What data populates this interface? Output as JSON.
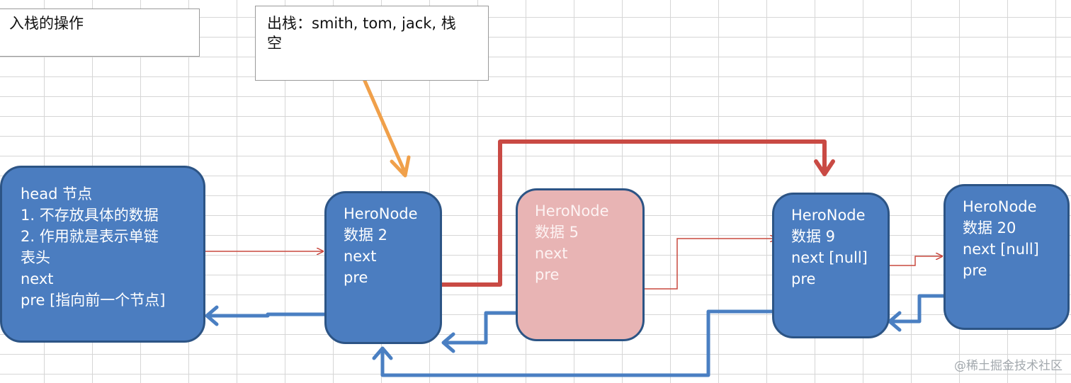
{
  "notes": {
    "push_title": "入栈的操作",
    "pop_line1": "出栈：smith, tom, jack, 栈",
    "pop_line2": "空"
  },
  "nodes": {
    "head": [
      "head 节点",
      "1. 不存放具体的数据",
      "2. 作用就是表示单链",
      "表头",
      "next",
      "pre  [指向前一个节点]"
    ],
    "node2": [
      "HeroNode",
      "数据 2",
      "next",
      "pre"
    ],
    "node5": [
      "HeroNode",
      "数据 5",
      "next",
      "pre"
    ],
    "node9": [
      "HeroNode",
      "数据 9",
      "next [null]",
      "pre"
    ],
    "node20": [
      "HeroNode",
      "数据 20",
      "next [null]",
      "pre"
    ]
  },
  "colors": {
    "node_fill": "#4b7dc0",
    "node_border": "#2c5485",
    "removed_node_fill": "#e8b4b4",
    "next_arrow": "#c9483f",
    "bypass_arrow": "#c94a44",
    "pre_arrow": "#4a7fc2",
    "pointer_arrow": "#f0a04a"
  },
  "watermark": "@稀土掘金技术社区"
}
